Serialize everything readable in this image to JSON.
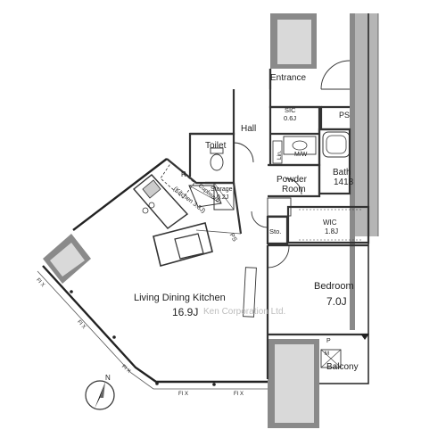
{
  "rooms": {
    "entrance": "Entrance",
    "ps_top": "PS",
    "sic": "SIC",
    "sic_size": "0.6J",
    "hall": "Hall",
    "toilet": "Toilet",
    "mw": "M/W",
    "lin": "Lin.",
    "powder": "Powder",
    "powder2": "Room",
    "bath": "Bath",
    "bath_size": "1418",
    "r_mark": "R",
    "kitchen": "(Kitchen 3.3J)",
    "cupboard": "Cupboard",
    "storage": "Storage",
    "storage_size": "0.2J",
    "ps_mid": "PS",
    "sto": "Sto.",
    "wic": "WIC",
    "wic_size": "1.8J",
    "bedroom": "Bedroom",
    "bedroom_size": "7.0J",
    "ldk": "Living Dining Kitchen",
    "ldk_size": "16.9J",
    "balcony": "Balcony",
    "p_mark": "P",
    "m_mark": "M",
    "fix": "FI X",
    "north": "N"
  },
  "watermark": "Ken Corporation Ltd.",
  "colors": {
    "wall": "#8a8a8a",
    "wall_light": "#b5b5b5",
    "line": "#222222"
  }
}
